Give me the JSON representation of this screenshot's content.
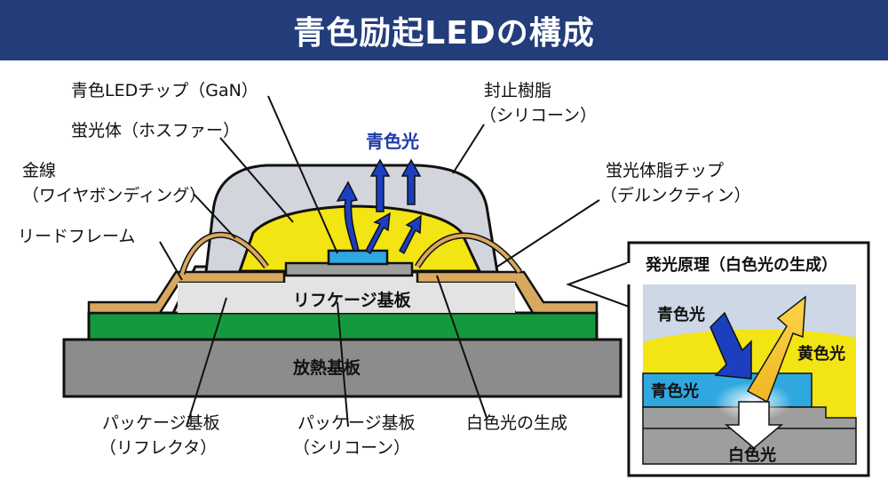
{
  "title": "青色励起LEDの構成",
  "labels": {
    "blue_led_chip": "青色LEDチップ（GaN）",
    "phosphor": "蛍光体（ホスファー）",
    "gold_wire_1": "金線",
    "gold_wire_2": "（ワイヤボンディング）",
    "lead_frame": "リードフレーム",
    "blue_light": "青色光",
    "sealing_resin_1": "封止樹脂",
    "sealing_resin_2": "（シリコーン）",
    "phosphor_chip_1": "蛍光体脂チップ",
    "phosphor_chip_2": "（デルンクティン）",
    "reflector_substrate": "リフケージ基板",
    "heat_substrate": "放熱基板",
    "pkg_reflector_1": "パッケージ基板",
    "pkg_reflector_2": "（リフレクタ）",
    "pkg_silicone_1": "パッケージ基板",
    "pkg_silicone_2": "（シリコーン）",
    "white_gen": "白色光の生成"
  },
  "inset": {
    "title": "発光原理（白色光の生成）",
    "blue_light_in": "青色光",
    "yellow_light": "黄色光",
    "blue_light_chip": "青色光",
    "white_light": "白色光"
  },
  "colors": {
    "title_bg": "#233d7b",
    "phosphor_yellow": "#f3e414",
    "chip_blue": "#2fa8e0",
    "arrow_blue": "#1b3fbf",
    "wire_gold": "#d9a860",
    "green_board": "#139a3c",
    "heat_sink": "#8c8c8c",
    "resin_gray": "#d2d6dc"
  }
}
